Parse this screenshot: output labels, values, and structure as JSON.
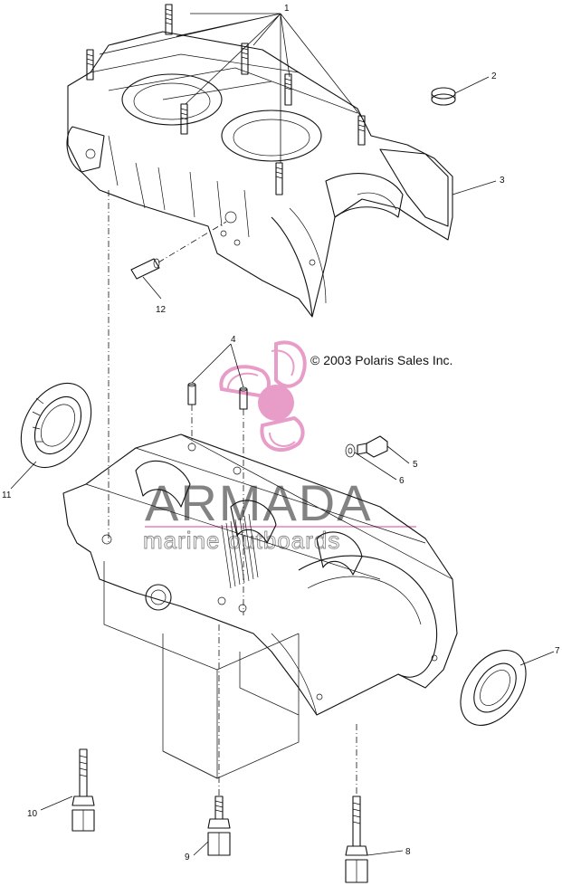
{
  "copyright": "© 2003 Polaris Sales Inc.",
  "watermark": {
    "title": "ARMADA",
    "subtitle": "marine outboards",
    "color": "#e58bbf"
  },
  "callouts": [
    {
      "id": "1",
      "label": "1"
    },
    {
      "id": "2",
      "label": "2"
    },
    {
      "id": "3",
      "label": "3"
    },
    {
      "id": "4",
      "label": "4"
    },
    {
      "id": "5",
      "label": "5"
    },
    {
      "id": "6",
      "label": "6"
    },
    {
      "id": "7",
      "label": "7"
    },
    {
      "id": "8",
      "label": "8"
    },
    {
      "id": "9",
      "label": "9"
    },
    {
      "id": "10",
      "label": "10"
    },
    {
      "id": "11",
      "label": "11"
    },
    {
      "id": "12",
      "label": "12"
    }
  ]
}
